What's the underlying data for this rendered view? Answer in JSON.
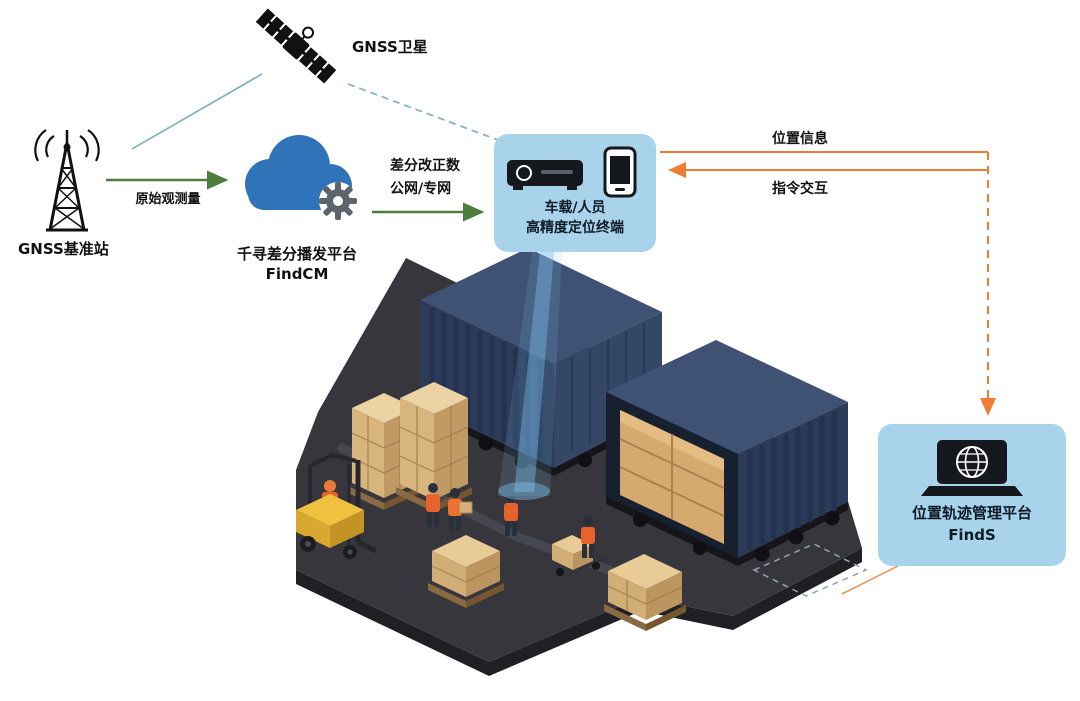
{
  "labels": {
    "satellite": "GNSS卫星",
    "base_station": "GNSS基准站",
    "raw_observation": "原始观测量",
    "cloud_platform": "千寻差分播发平台",
    "cloud_platform_sub": "FindCM",
    "correction_line1": "差分改正数",
    "correction_line2": "公网/专网",
    "terminal_line1": "车载/人员",
    "terminal_line2": "高精度定位终端",
    "position_info": "位置信息",
    "command_interaction": "指令交互",
    "platform_line1": "位置轨迹管理平台",
    "platform_line2": "FindS"
  },
  "icons": {
    "satellite": "satellite-icon",
    "base_station": "antenna-tower-icon",
    "cloud": "cloud-gear-icon",
    "terminal": "vehicle-terminal-icon",
    "phone": "smartphone-icon",
    "platform": "laptop-globe-icon"
  },
  "colors": {
    "teal": "#86b4c2",
    "green": "#4e7d3c",
    "orange": "#ee7e35",
    "bubble": "#a8d3ea",
    "cloud_blue": "#2f74b8",
    "text": "#111111"
  }
}
